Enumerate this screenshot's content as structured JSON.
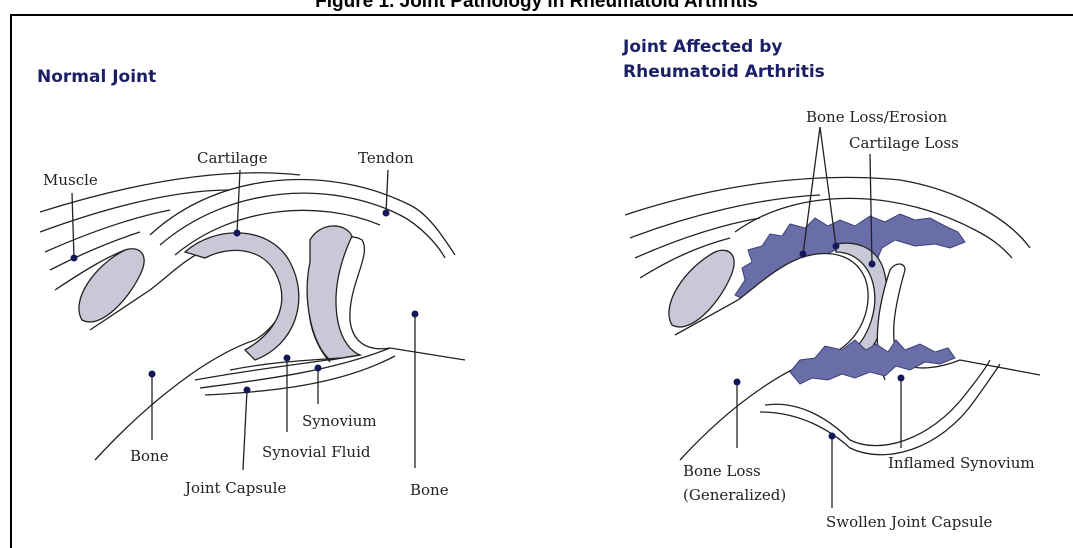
{
  "figure_title": "Figure 1. Joint Pathology in Rheumatoid Arthritis",
  "normal": {
    "title": "Normal Joint",
    "labels": {
      "muscle": "Muscle",
      "cartilage": "Cartilage",
      "tendon": "Tendon",
      "bone_left": "Bone",
      "bone_right": "Bone",
      "synovium": "Synovium",
      "synovial_fluid": "Synovial Fluid",
      "joint_capsule": "Joint Capsule"
    }
  },
  "ra": {
    "title_line1": "Joint Affected by",
    "title_line2": "Rheumatoid Arthritis",
    "labels": {
      "bone_loss_erosion": "Bone Loss/Erosion",
      "cartilage_loss": "Cartilage Loss",
      "bone_loss_line1": "Bone Loss",
      "bone_loss_line2": "(Generalized)",
      "inflamed_synovium": "Inflamed Synovium",
      "swollen_joint_capsule": "Swollen Joint Capsule"
    }
  },
  "colors": {
    "title_blue": "#1a1f66",
    "tissue_gray": "#c8c8d6",
    "inflamed_purple": "#6a6ea8",
    "marker": "#14185a"
  }
}
